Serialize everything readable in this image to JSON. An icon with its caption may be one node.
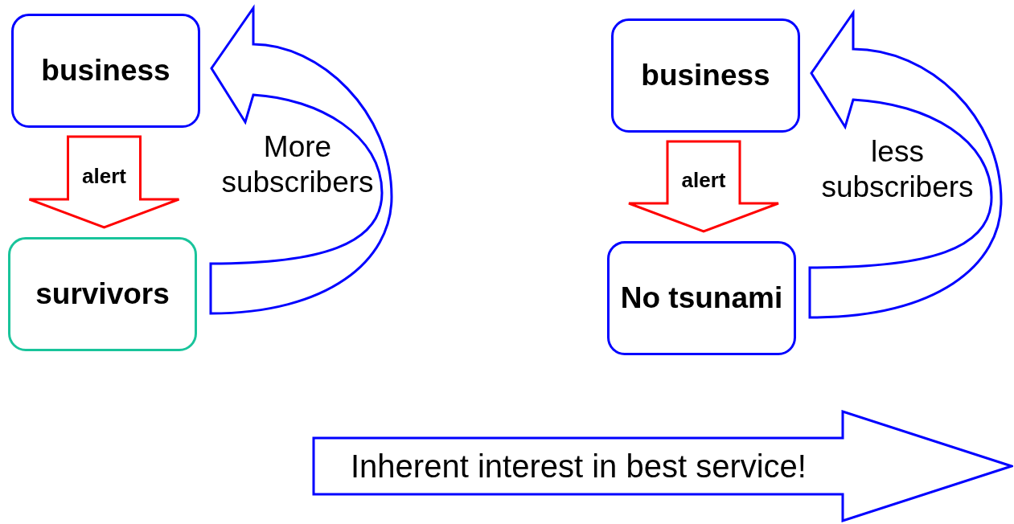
{
  "diagram": {
    "nodes": [
      {
        "text": [
          "business"
        ]
      },
      {
        "text": [
          "survivors"
        ]
      },
      {
        "text": [
          "business"
        ]
      },
      {
        "text": [
          "No tsunami"
        ]
      },
      {
        "text": [
          "Inherent interest in best service!"
        ]
      }
    ],
    "edges": [
      {
        "from": 0,
        "to": 1,
        "arrow": "to",
        "label": "alert",
        "color": "#ff0000"
      },
      {
        "from": 1,
        "to": 0,
        "arrow": "to",
        "label": "More subscribers"
      },
      {
        "from": 2,
        "to": 3,
        "arrow": "to",
        "label": "alert",
        "color": "#ff0000"
      },
      {
        "from": 3,
        "to": 2,
        "arrow": "to",
        "label": "less subscribers"
      }
    ]
  }
}
